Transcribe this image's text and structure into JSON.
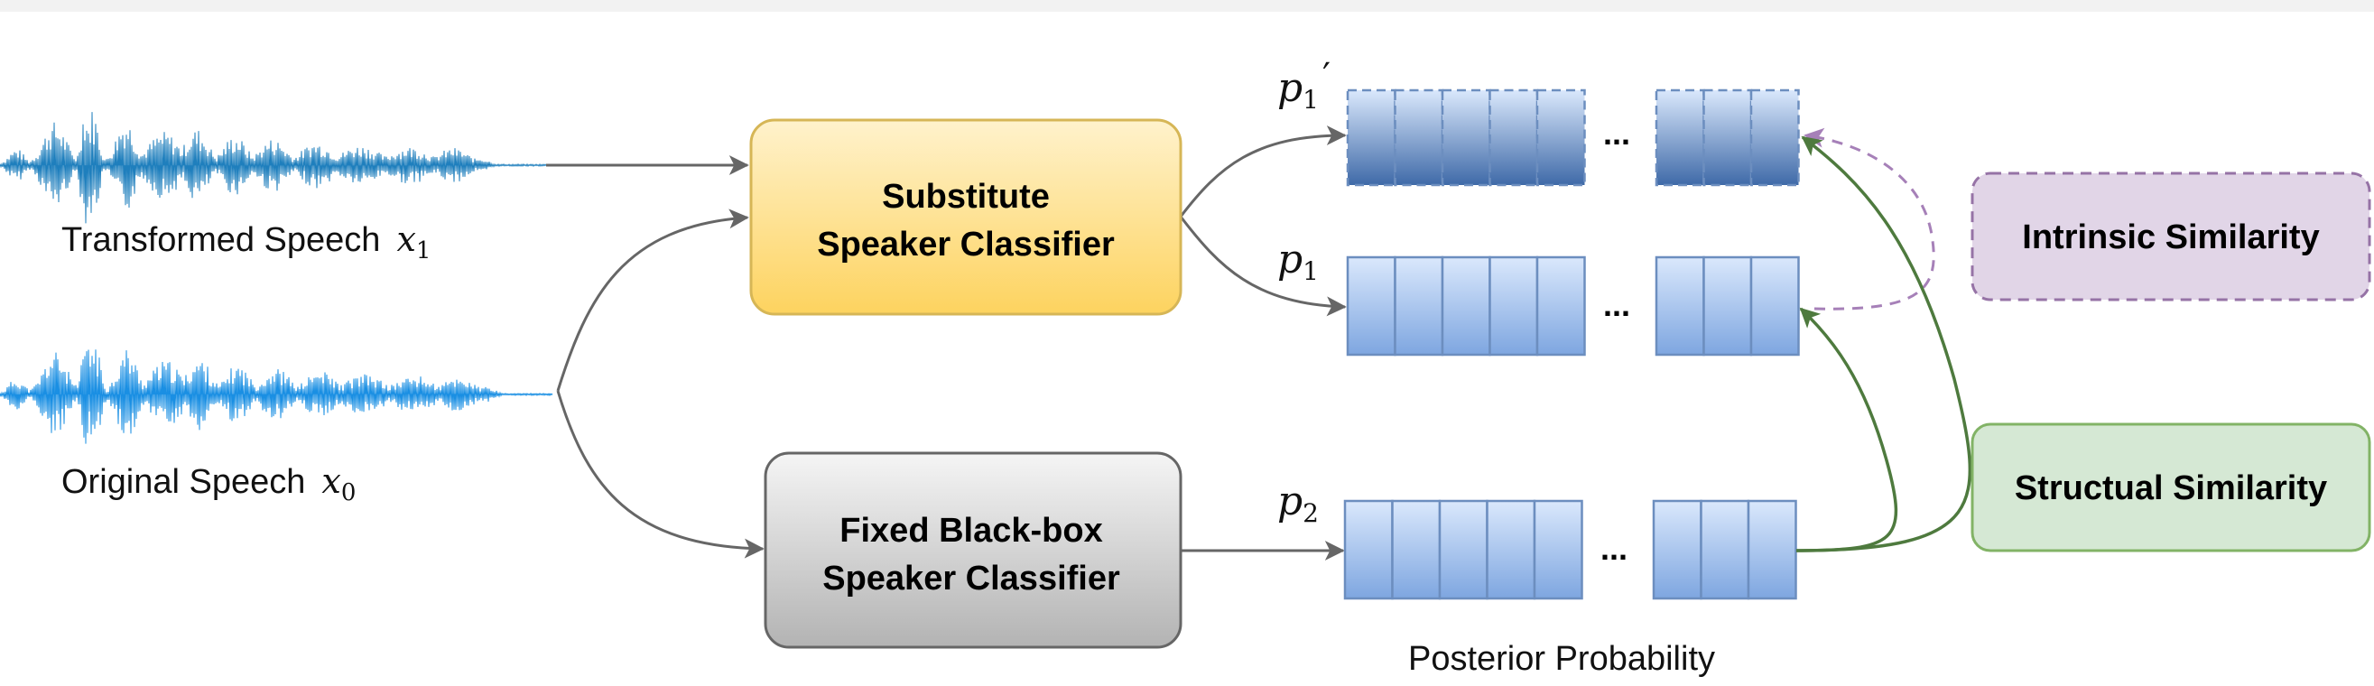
{
  "inputs": {
    "transformed": {
      "label": "Transformed Speech",
      "var": "x",
      "sub": "1"
    },
    "original": {
      "label": "Original Speech",
      "var": "x",
      "sub": "0"
    }
  },
  "blocks": {
    "substitute": {
      "line1": "Substitute",
      "line2": "Speaker Classifier"
    },
    "blackbox": {
      "line1": "Fixed Black-box",
      "line2": "Speaker Classifier"
    }
  },
  "posteriors": {
    "p1_prime": {
      "var": "p",
      "sub": "1",
      "prime": "′"
    },
    "p1": {
      "var": "p",
      "sub": "1"
    },
    "p2": {
      "var": "p",
      "sub": "2"
    },
    "ellipsis": "...",
    "caption": "Posterior Probability"
  },
  "similarity": {
    "intrinsic": "Intrinsic Similarity",
    "structural": "Structual Similarity"
  },
  "colors": {
    "wave_transformed": "#1f7fbd",
    "wave_original": "#1a8fe3",
    "substitute_fill_top": "#fff2cc",
    "substitute_fill_bottom": "#fdd35f",
    "substitute_stroke": "#d6b656",
    "blackbox_fill_top": "#f5f5f5",
    "blackbox_fill_bottom": "#b3b3b3",
    "blackbox_stroke": "#666666",
    "cell_fill_top": "#dae8fc",
    "cell_fill_bottom": "#7ea6e0",
    "cell_stroke": "#6c8ebf",
    "cell_dark_bottom": "#3f6aa8",
    "intrinsic_fill": "#e1d5e7",
    "intrinsic_stroke": "#9673a6",
    "structural_fill": "#d5e8d4",
    "structural_stroke": "#82b366",
    "arrow_gray": "#666666",
    "arrow_green": "#4e7a3e",
    "arrow_purple": "#a680b8"
  }
}
